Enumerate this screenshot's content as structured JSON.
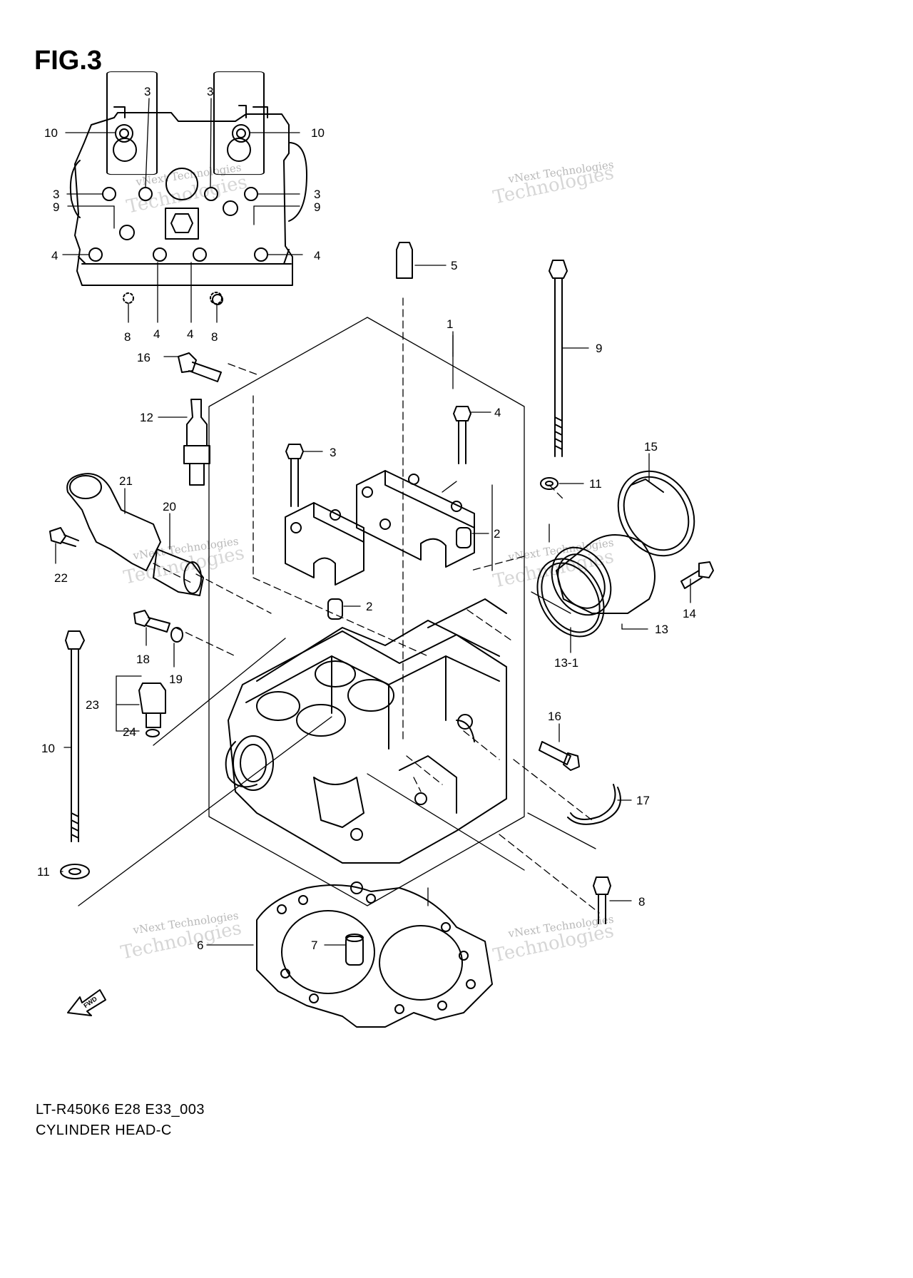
{
  "figure": {
    "title": "FIG.3",
    "drawing_code": "LT-R450K6 E28 E33_003",
    "description": "CYLINDER HEAD-C",
    "fwd_label": "FWD"
  },
  "watermark": {
    "line1": "vNext Technologies",
    "line2": "Technologies"
  },
  "callouts": [
    {
      "id": "c-10a",
      "text": "10"
    },
    {
      "id": "c-3a",
      "text": "3"
    },
    {
      "id": "c-3b",
      "text": "3"
    },
    {
      "id": "c-10b",
      "text": "10"
    },
    {
      "id": "c-3c",
      "text": "3"
    },
    {
      "id": "c-3d",
      "text": "3"
    },
    {
      "id": "c-9a",
      "text": "9"
    },
    {
      "id": "c-9b",
      "text": "9"
    },
    {
      "id": "c-4a",
      "text": "4"
    },
    {
      "id": "c-4b",
      "text": "4"
    },
    {
      "id": "c-8a",
      "text": "8"
    },
    {
      "id": "c-4c",
      "text": "4"
    },
    {
      "id": "c-4d",
      "text": "4"
    },
    {
      "id": "c-8b",
      "text": "8"
    },
    {
      "id": "c-5",
      "text": "5"
    },
    {
      "id": "c-1",
      "text": "1"
    },
    {
      "id": "c-9c",
      "text": "9"
    },
    {
      "id": "c-16a",
      "text": "16"
    },
    {
      "id": "c-4e",
      "text": "4"
    },
    {
      "id": "c-12",
      "text": "12"
    },
    {
      "id": "c-3e",
      "text": "3"
    },
    {
      "id": "c-15",
      "text": "15"
    },
    {
      "id": "c-11a",
      "text": "11"
    },
    {
      "id": "c-21",
      "text": "21"
    },
    {
      "id": "c-20",
      "text": "20"
    },
    {
      "id": "c-2a",
      "text": "2"
    },
    {
      "id": "c-22",
      "text": "22"
    },
    {
      "id": "c-14",
      "text": "14"
    },
    {
      "id": "c-2b",
      "text": "2"
    },
    {
      "id": "c-13",
      "text": "13"
    },
    {
      "id": "c-18",
      "text": "18"
    },
    {
      "id": "c-19",
      "text": "19"
    },
    {
      "id": "c-13-1",
      "text": "13-1"
    },
    {
      "id": "c-23",
      "text": "23"
    },
    {
      "id": "c-16b",
      "text": "16"
    },
    {
      "id": "c-24",
      "text": "24"
    },
    {
      "id": "c-10c",
      "text": "10"
    },
    {
      "id": "c-17",
      "text": "17"
    },
    {
      "id": "c-11b",
      "text": "11"
    },
    {
      "id": "c-8c",
      "text": "8"
    },
    {
      "id": "c-7",
      "text": "7"
    },
    {
      "id": "c-6",
      "text": "6"
    }
  ]
}
